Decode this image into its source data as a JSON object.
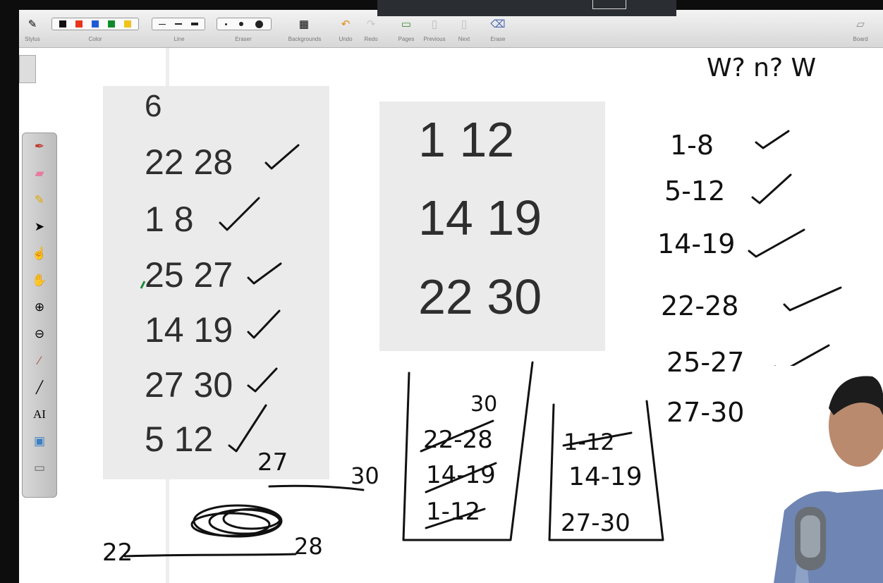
{
  "toolbar": {
    "stylus_label": "Stylus",
    "color_label": "Color",
    "line_label": "Line",
    "eraser_label": "Eraser",
    "backgrounds_label": "Backgrounds",
    "undo_label": "Undo",
    "redo_label": "Redo",
    "pages_label": "Pages",
    "previous_label": "Previous",
    "next_label": "Next",
    "erase_label": "Erase",
    "board_label": "Board",
    "colors": [
      "#111111",
      "#e8341c",
      "#1e5bd6",
      "#0e8a2c",
      "#f0c419"
    ]
  },
  "left_panel": {
    "count": "6",
    "rows": [
      "22 28",
      "1 8",
      "25 27",
      "14 19",
      "27 30",
      "5 12"
    ]
  },
  "middle_panel": {
    "rows": [
      "1 12",
      "14 19",
      "22 30"
    ]
  },
  "handwriting": {
    "header": "W?  n?  W",
    "intervals": [
      "1-8",
      "5-12",
      "14-19",
      "22-28",
      "25-27",
      "27-30"
    ],
    "stack1": [
      "30",
      "22-28",
      "14-19",
      "1-12"
    ],
    "stack2": [
      "1-12",
      "14-19",
      "27-30"
    ],
    "line1_start": "27",
    "line1_end": "30",
    "line2_start": "22",
    "line2_end": "28"
  }
}
